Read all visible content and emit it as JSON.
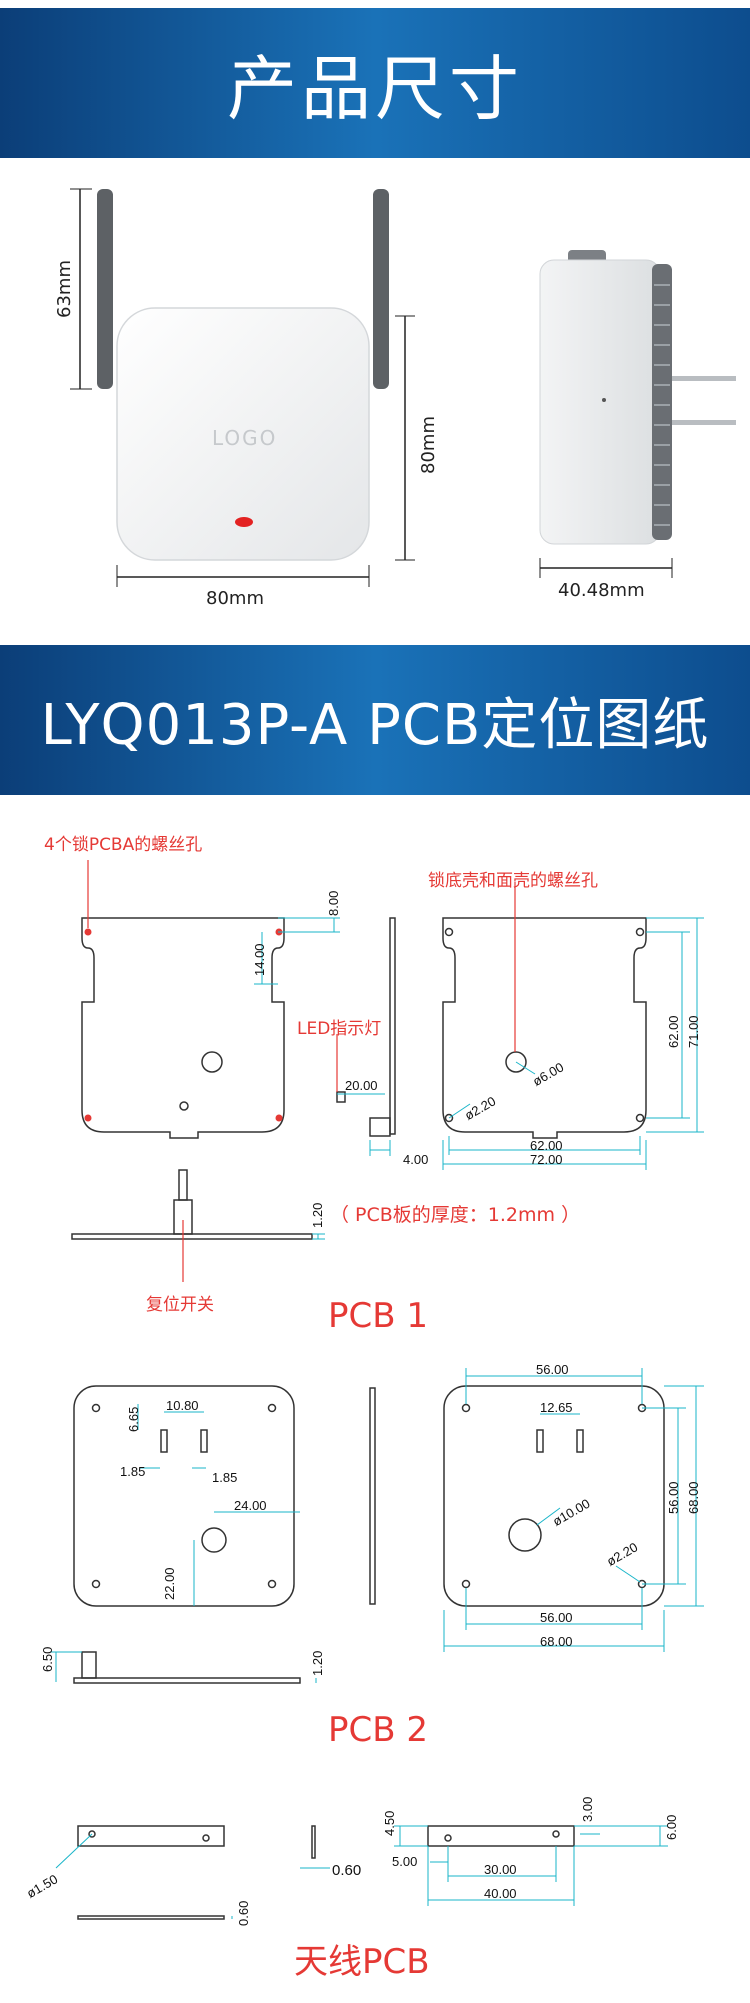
{
  "sections": {
    "dimensions_title": "产品尺寸",
    "pcb_title": "LYQ013P-A PCB定位图纸"
  },
  "product": {
    "logo": "LOGO",
    "dim_antenna": "63mm",
    "dim_height": "80mm",
    "dim_width": "80mm",
    "dim_depth": "40.48mm"
  },
  "pcb1": {
    "title": "PCB 1",
    "note_screw_pcba": "4个锁PCBA的螺丝孔",
    "note_shell_screw": "锁底壳和面壳的螺丝孔",
    "note_led": "LED指示灯",
    "note_reset": "复位开关",
    "note_thickness": "（ PCB板的厚度：1.2mm ）",
    "d_8": "8.00",
    "d_14": "14.00",
    "d_20": "20.00",
    "d_4": "4.00",
    "d_62h": "62.00",
    "d_72": "72.00",
    "d_62v": "62.00",
    "d_71": "71.00",
    "d_phi22": "ø2.20",
    "d_phi6": "ø6.00",
    "d_thick": "1.20"
  },
  "pcb2": {
    "title": "PCB 2",
    "d_665": "6.65",
    "d_1080": "10.80",
    "d_185a": "1.85",
    "d_185b": "1.85",
    "d_24": "24.00",
    "d_22": "22.00",
    "d_650": "6.50",
    "d_120": "1.20",
    "d_56t": "56.00",
    "d_1265": "12.65",
    "d_phi10": "ø10.00",
    "d_phi22": "ø2.20",
    "d_56b": "56.00",
    "d_68b": "68.00",
    "d_56v": "56.00",
    "d_68v": "68.00"
  },
  "antenna_pcb": {
    "title": "天线PCB",
    "d_phi15": "ø1.50",
    "d_060a": "0.60",
    "d_060b": "0.60",
    "d_450": "4.50",
    "d_300": "3.00",
    "d_600": "6.00",
    "d_500": "5.00",
    "d_3000": "30.00",
    "d_4000": "40.00"
  },
  "colors": {
    "banner": "#1a72b8",
    "dimension": "#19b5c9",
    "note": "#e53935"
  }
}
